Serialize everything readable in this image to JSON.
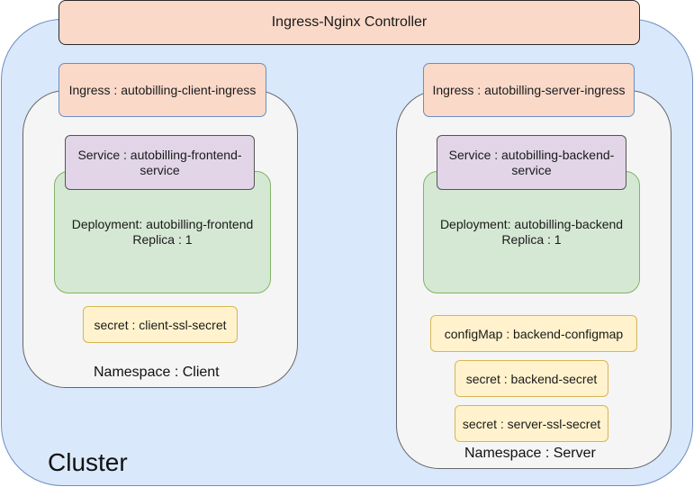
{
  "cluster": {
    "label": "Cluster"
  },
  "controller": {
    "label": "Ingress-Nginx Controller"
  },
  "client": {
    "namespace_label": "Namespace : Client",
    "ingress": "Ingress : autobilling-client-ingress",
    "service_line1": "Service : autobilling-frontend-",
    "service_line2": "service",
    "deployment_line1": "Deployment: autobilling-frontend",
    "deployment_line2": "Replica : 1",
    "secret": "secret : client-ssl-secret"
  },
  "server": {
    "namespace_label": "Namespace : Server",
    "ingress": "Ingress : autobilling-server-ingress",
    "service_line1": "Service : autobilling-backend-",
    "service_line2": "service",
    "deployment_line1": "Deployment: autobilling-backend",
    "deployment_line2": "Replica : 1",
    "configmap": "configMap : backend-configmap",
    "secret_backend": "secret : backend-secret",
    "secret_ssl": "secret : server-ssl-secret"
  },
  "colors": {
    "cluster_fill": "#dae8fc",
    "namespace_fill": "#f5f5f5",
    "ingress_fill": "#fad9c9",
    "service_fill": "#e1d5e7",
    "deployment_fill": "#d5e8d4",
    "config_fill": "#fff2cc"
  }
}
